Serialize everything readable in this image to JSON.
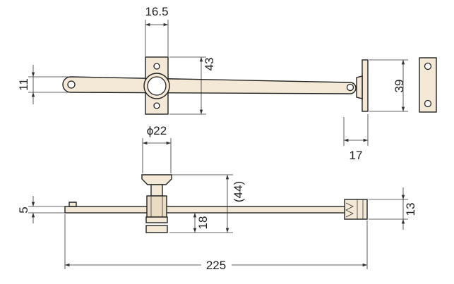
{
  "dimensions": {
    "top_plate_width": "16.5",
    "arm_height": "11",
    "plate_height": "43",
    "end_bracket_height": "39",
    "end_bracket_depth": "17",
    "knob_diameter": "ϕ22",
    "knob_height": "(44)",
    "base_height": "18",
    "rod_thickness": "5",
    "end_clip_height": "13",
    "overall_length": "225"
  },
  "colors": {
    "part_fill": "#f4e9d6",
    "line": "#222222"
  }
}
